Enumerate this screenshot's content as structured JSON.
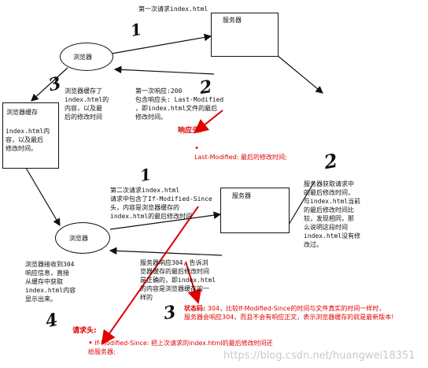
{
  "top": {
    "req1": "第一次请求index.html",
    "server1": "服务器",
    "browser1": "浏览器",
    "resp1": "第一次响应:200\n包含响应头: Last-Modified\n，即index.html文件的最后\n修改时间。",
    "cache_note": "浏览器缓存了\nindex.html的\n内容，以及最\n后的修改时间",
    "cache_box_title": "浏览器缓存",
    "cache_box_body": "index.html内\n容，以及最后\n修改时间。",
    "resp_header_label": "响应头:",
    "resp_header_value": "Last-Modified: 最后的修改时间;"
  },
  "server_note": "服务器获取请求中\n的最后修改时间，\n与index.html当前\n的最后修改时间比\n较，发现相同，那\n么说明这段时间\nindex.html没有修\n改过。",
  "bottom": {
    "req2": "第二次请求index.html\n请求中包含了If-Modified-Since\n头，内容是浏览器缓存的\nindex.html的最后修改时间",
    "server2": "服务器",
    "browser2": "浏览器",
    "resp2": "服务器响应304，告诉浏\n览器缓存的最后修改时间\n是正确的，即index.html\n的内容是浏览器缓存的一\n样的",
    "browser_recv": "浏览器接收到304\n响应信息，直接\n从缓存中获取\nindex.html内容\n显示出来。",
    "status_label": "状态码:",
    "status_text": " 304，比较If-Modified-Since的时间与文件真实的时间一样时，\n服务器会响应304，而且不会有响应正文，表示浏览器缓存的就是最新版本!",
    "req_header_label": "请求头:",
    "req_header_value": "If-Modified-Since: 把上次请求的index.html的最后修改时间还\n给服务器;"
  },
  "step_numbers": {
    "top_1": "1",
    "top_2": "2",
    "top_3": "3",
    "mid_1": "1",
    "right_2": "2",
    "bot_3": "3",
    "bot_4": "4"
  },
  "watermark": "https://blog.csdn.net/huangwei18351",
  "colors": {
    "accent_red": "#e00000",
    "line": "#111111"
  }
}
